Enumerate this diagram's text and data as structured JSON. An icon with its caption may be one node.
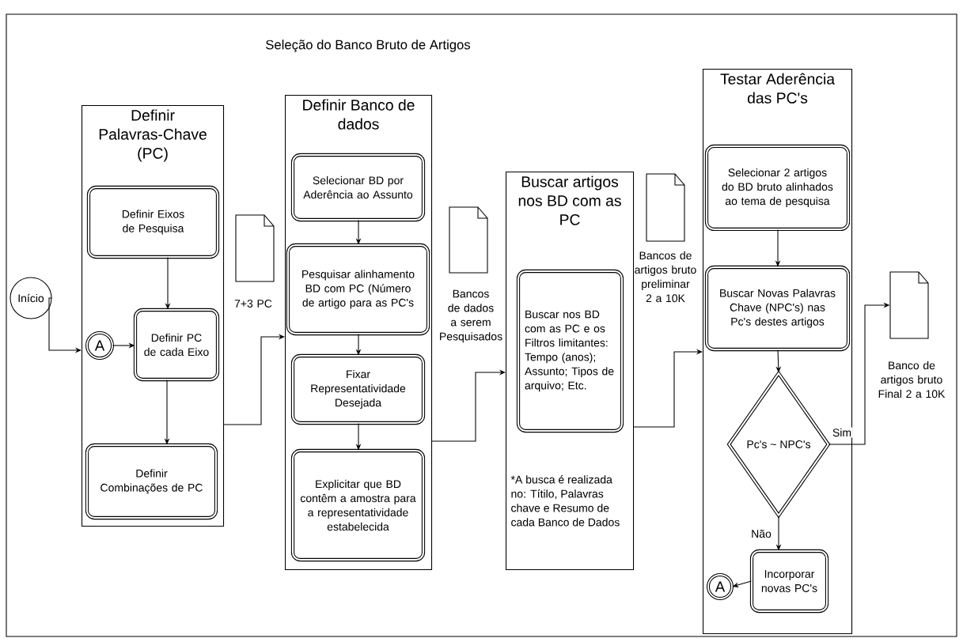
{
  "diagram": {
    "title": "Seleção do Banco Bruto de Artigos",
    "nodes": [
      {
        "text": [
          "Início"
        ]
      },
      {
        "text": [
          "Definir Palavras-Chave (PC)"
        ]
      },
      {
        "text": [
          "Definir Eixos de Pesquisa"
        ],
        "in": 1
      },
      {
        "text": [
          "A"
        ],
        "in": 1
      },
      {
        "text": [
          "Definir PC de cada Eixo"
        ],
        "in": 1
      },
      {
        "text": [
          "Definir Combinações de PC"
        ],
        "in": 1
      },
      {
        "text": [],
        "shape": "document",
        "beside": [
          "7+3 PC"
        ]
      },
      {
        "text": [
          "Definir Banco de dados"
        ]
      },
      {
        "text": [
          "Selecionar BD por Aderência ao Assunto"
        ],
        "in": 7
      },
      {
        "text": [
          "Pesquisar alinhamento BD com PC (Número de artigo para as PC's"
        ],
        "in": 7
      },
      {
        "text": [
          "Fixar Representatividade Desejada"
        ],
        "in": 7
      },
      {
        "text": [
          "Explicitar que BD contêm a amostra para a representatividade estabelecida"
        ],
        "in": 7
      },
      {
        "text": [],
        "shape": "document",
        "beside": [
          "Bancos de dados a serem Pesquisados"
        ]
      },
      {
        "text": [
          "Buscar artigos nos BD com as PC",
          "*A busca é realizada no: Títilo, Palavras chave e Resumo de cada Banco de Dados"
        ]
      },
      {
        "text": [
          "Buscar nos BD com as PC e os Filtros limitantes: Tempo (anos); Assunto; Tipos de arquivo; Etc."
        ],
        "in": 13
      },
      {
        "text": [],
        "shape": "document",
        "beside": [
          "Bancos de artigos bruto preliminar 2 a 10K"
        ]
      },
      {
        "text": [
          "Testar Aderência das PC's"
        ]
      },
      {
        "text": [
          "Selecionar 2 artigos do BD bruto alinhados ao tema de pesquisa"
        ],
        "in": 16
      },
      {
        "text": [
          "Buscar Novas Palavras Chave (NPC's) nas Pc's destes artigos"
        ],
        "in": 16
      },
      {
        "text": [
          "Pc's ~ NPC's"
        ],
        "in": 16
      },
      {
        "text": [
          "Incorporar novas PC's"
        ],
        "in": 16
      },
      {
        "text": [
          "A"
        ],
        "in": 16
      },
      {
        "text": [],
        "shape": "document",
        "beside": [
          "Banco de artigos bruto Final 2 a 10K"
        ]
      }
    ],
    "edges": [
      {
        "from": 0,
        "to": 1,
        "arrow": "to"
      },
      {
        "from": 3,
        "to": 4,
        "arrow": "to"
      },
      {
        "from": 2,
        "to": 4,
        "arrow": "to"
      },
      {
        "from": 4,
        "to": 5,
        "arrow": "to"
      },
      {
        "from": 1,
        "to": 7,
        "arrow": "to"
      },
      {
        "from": 8,
        "to": 9,
        "arrow": "to"
      },
      {
        "from": 9,
        "to": 10,
        "arrow": "to"
      },
      {
        "from": 10,
        "to": 11,
        "arrow": "to"
      },
      {
        "from": 7,
        "to": 13,
        "arrow": "to"
      },
      {
        "from": 13,
        "to": 16,
        "arrow": "to"
      },
      {
        "from": 17,
        "to": 18,
        "arrow": "to"
      },
      {
        "from": 18,
        "to": 19,
        "arrow": "to"
      },
      {
        "from": 19,
        "to": 22,
        "arrow": "to",
        "label": "Sim"
      },
      {
        "from": 19,
        "to": 20,
        "arrow": "to",
        "label": "Não"
      },
      {
        "from": 20,
        "to": 21,
        "arrow": "to"
      }
    ]
  }
}
